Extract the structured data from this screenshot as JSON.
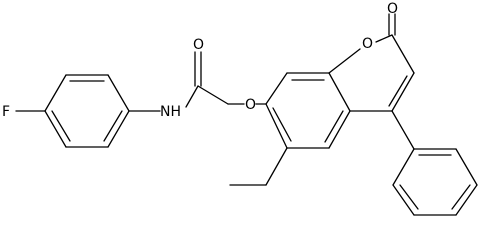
{
  "molecule": {
    "atoms": {
      "F": "F",
      "NH": "NH",
      "amide_O": "O",
      "ether_O": "O",
      "ring_O": "O",
      "lactone_O": "O"
    }
  }
}
